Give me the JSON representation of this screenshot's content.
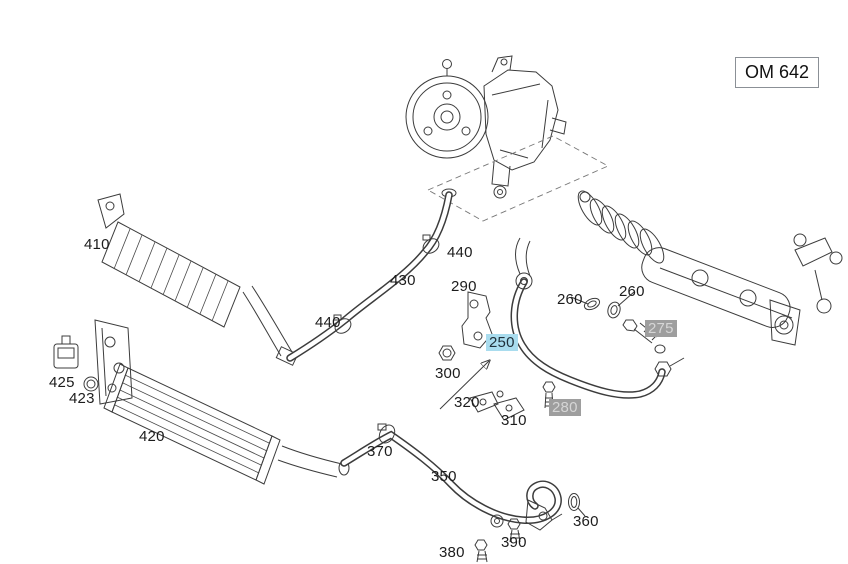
{
  "engine_code_box": {
    "label": "OM 642"
  },
  "selected_part": "250",
  "colors": {
    "selected_highlight": "#a9dcee",
    "gray_highlight": "#9e9e9e",
    "arrow": "#e1251b",
    "line_art": "#3c3c3c"
  },
  "parts": [
    {
      "num": "410",
      "variant": "plain"
    },
    {
      "num": "440",
      "variant": "plain"
    },
    {
      "num": "430",
      "variant": "plain"
    },
    {
      "num": "290",
      "variant": "plain"
    },
    {
      "num": "260",
      "variant": "plain"
    },
    {
      "num": "260",
      "variant": "plain"
    },
    {
      "num": "440",
      "variant": "plain"
    },
    {
      "num": "275",
      "variant": "grayed"
    },
    {
      "num": "250",
      "variant": "selected"
    },
    {
      "num": "300",
      "variant": "plain"
    },
    {
      "num": "425",
      "variant": "plain"
    },
    {
      "num": "423",
      "variant": "plain"
    },
    {
      "num": "320",
      "variant": "plain"
    },
    {
      "num": "280",
      "variant": "grayed"
    },
    {
      "num": "310",
      "variant": "plain"
    },
    {
      "num": "420",
      "variant": "plain"
    },
    {
      "num": "370",
      "variant": "plain"
    },
    {
      "num": "350",
      "variant": "plain"
    },
    {
      "num": "360",
      "variant": "plain"
    },
    {
      "num": "390",
      "variant": "plain"
    },
    {
      "num": "380",
      "variant": "plain"
    }
  ]
}
